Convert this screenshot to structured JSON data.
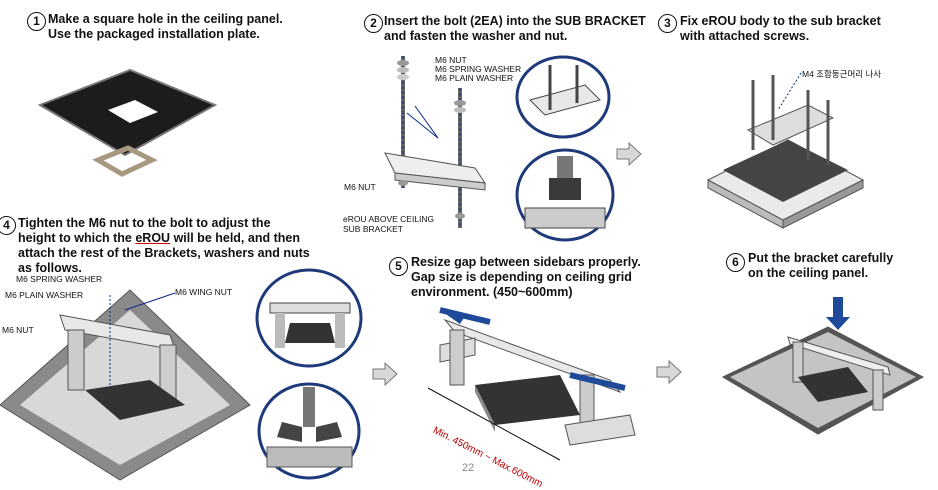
{
  "steps": [
    {
      "num": "1",
      "lines": [
        "Make a square hole in the ceiling panel.",
        "Use the packaged installation plate."
      ]
    },
    {
      "num": "2",
      "lines": [
        "Insert the bolt (2EA) into the SUB BRACKET",
        "and fasten the washer and nut."
      ]
    },
    {
      "num": "3",
      "lines": [
        "Fix eROU body to the sub bracket",
        "with attached screws."
      ]
    },
    {
      "num": "4",
      "lines": [
        "Tighten the M6 nut to the bolt to adjust the",
        "height to which the ",
        "eROU",
        " will be held, and then",
        "attach the rest of the Brackets, washers and nuts",
        "as follows."
      ]
    },
    {
      "num": "5",
      "lines": [
        "Resize gap between sidebars properly.",
        "Gap size is depending on ceiling grid",
        "environment. (450~600mm)"
      ]
    },
    {
      "num": "6",
      "lines": [
        "Put the bracket carefully",
        "on the ceiling panel."
      ]
    }
  ],
  "labels": {
    "s2_nut": "M6 NUT",
    "s2_spring": "M6 SPRING WASHER",
    "s2_plain": "M6 PLAIN WASHER",
    "s2_nut2": "M6 NUT",
    "s2_above1": "eROU ABOVE CEILING",
    "s2_above2": "SUB BRACKET",
    "s3_screw": "M4 조합둥근머리 나사",
    "s4_spring": "M6 SPRING WASHER",
    "s4_plain": "M6 PLAIN WASHER",
    "s4_wing": "M6 WING NUT",
    "s4_nut": "M6 NUT",
    "s5_dim": "Min. 450mm ~ Max.600mm"
  },
  "page_number": "22"
}
